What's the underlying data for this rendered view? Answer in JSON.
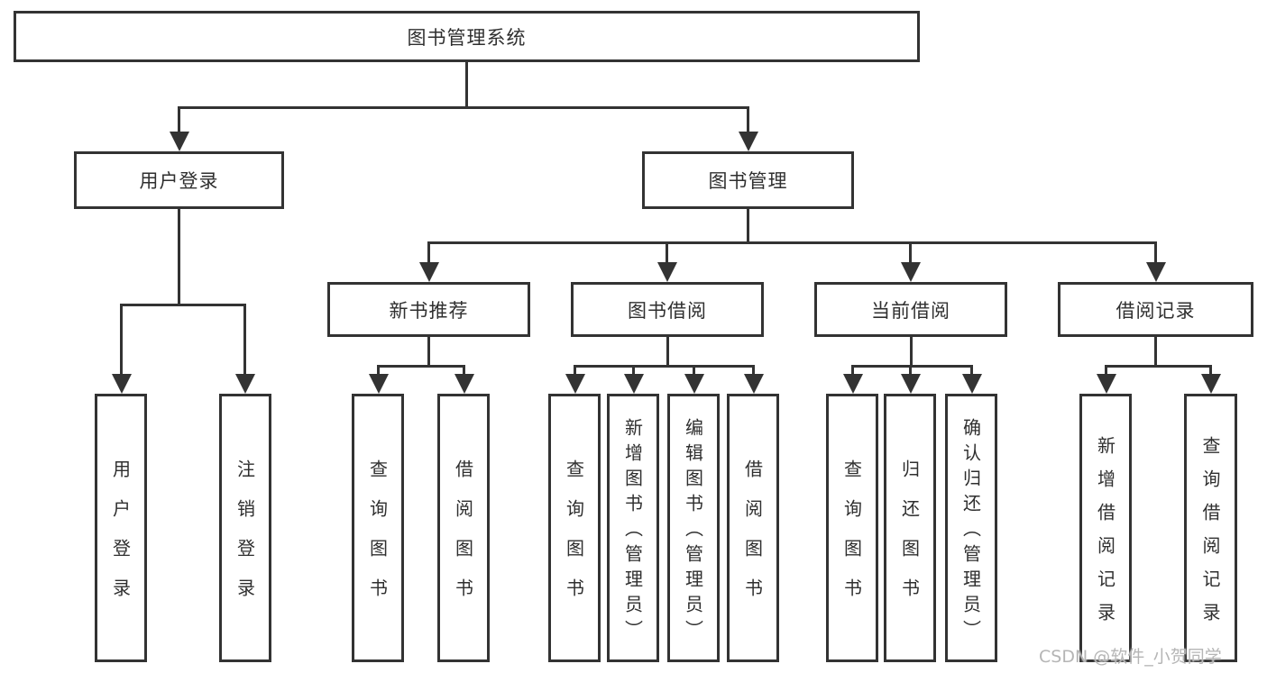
{
  "diagram": {
    "root": {
      "label": "图书管理系统"
    },
    "level2": [
      {
        "label": "用户登录"
      },
      {
        "label": "图书管理"
      }
    ],
    "level3": [
      {
        "label": "新书推荐"
      },
      {
        "label": "图书借阅"
      },
      {
        "label": "当前借阅"
      },
      {
        "label": "借阅记录"
      }
    ],
    "leaves": {
      "user_login": [
        "用户登录",
        "注销登录"
      ],
      "new_books": [
        "查询图书",
        "借阅图书"
      ],
      "book_borrow": [
        "查询图书",
        "新增图书（管理员）",
        "编辑图书（管理员）",
        "借阅图书"
      ],
      "current_borrow": [
        "查询图书",
        "归还图书",
        "确认归还（管理员）"
      ],
      "borrow_records": [
        "新增借阅记录",
        "查询借阅记录"
      ]
    },
    "colors": {
      "line": "#333333",
      "text": "#2f2f2f",
      "box_fill": "#ffffff",
      "watermark": "#b5b5b5",
      "background": "#ffffff"
    }
  },
  "watermark": {
    "text": "CSDN @软件_小贺同学"
  }
}
